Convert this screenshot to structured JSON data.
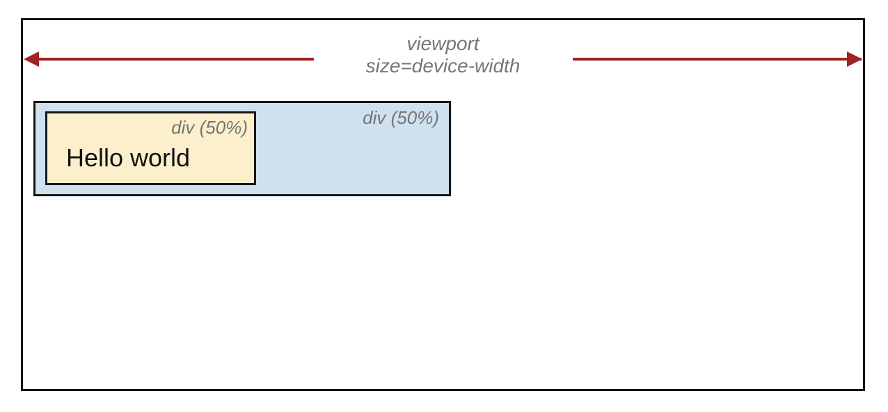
{
  "viewport": {
    "arrow": {
      "label_line1": "viewport",
      "label_line2": "size=device-width",
      "color": "#a02222"
    }
  },
  "outer_div": {
    "label": "div (50%)",
    "fill_color": "#cfe0ef"
  },
  "inner_div": {
    "label": "div (50%)",
    "text": "Hello world",
    "fill_color": "#fcefcc"
  },
  "colors": {
    "frame_border": "#161616",
    "label_text": "#757575",
    "background": "#ffffff"
  }
}
